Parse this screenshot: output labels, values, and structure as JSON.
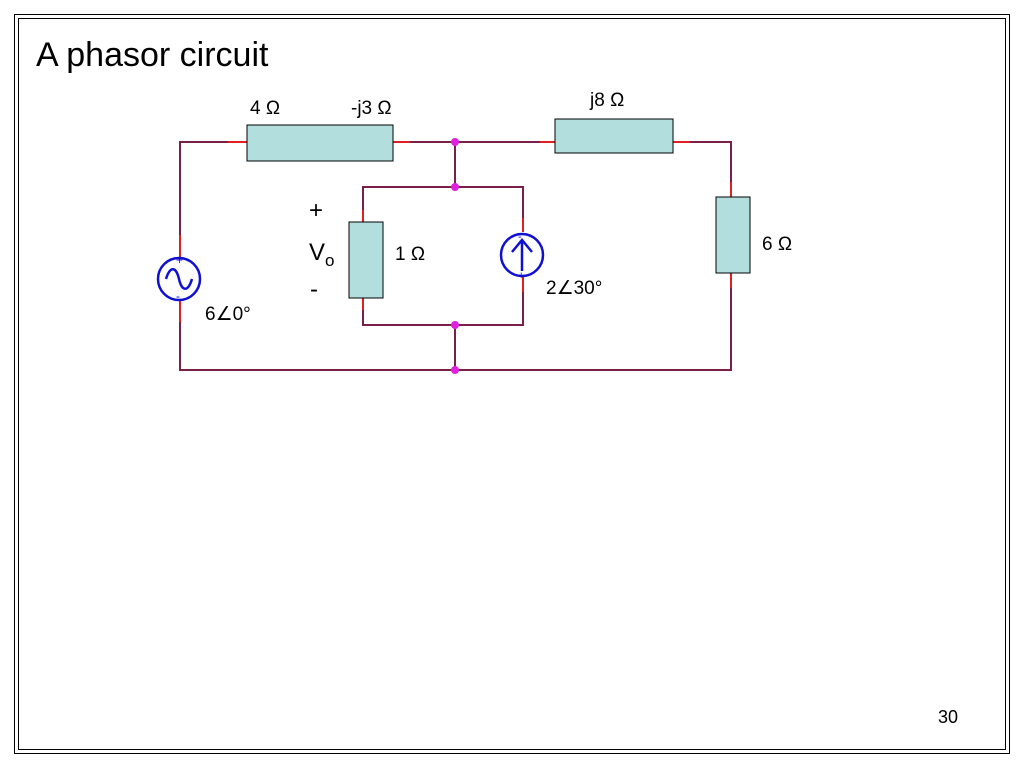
{
  "slide": {
    "title": "A phasor circuit",
    "page_number": "30"
  },
  "circuit": {
    "r_series_label": "4 Ω",
    "c_series_label": "-j3 Ω",
    "l_series_label": "j8 Ω",
    "r_right_label": "6 Ω",
    "r_inner_label": "1 Ω",
    "voltage_source_label": "6∠0°",
    "current_source_label": "2∠30°",
    "vo_plus": "+",
    "vo_symbol": "V",
    "vo_subscript": "o",
    "vo_minus": "-",
    "colors": {
      "wire": "#7a1f4a",
      "lead": "#e02020",
      "component_fill": "#b3dede",
      "node": "#e020e0",
      "source": "#1010d0"
    }
  }
}
